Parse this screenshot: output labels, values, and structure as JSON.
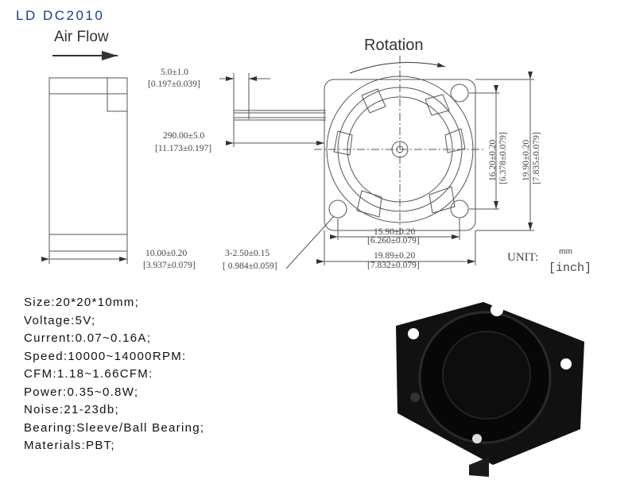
{
  "title": "LD DC2010",
  "drawing": {
    "air_flow_label": "Air Flow",
    "rotation_label": "Rotation",
    "dims": {
      "wire_strip": "5.0±1.0",
      "wire_strip_inch": "[0.197±0.039]",
      "wire_length": "290.00±5.0",
      "wire_length_inch": "[11.173±0.197]",
      "thickness": "10.00±0.20",
      "thickness_inch": "[3.937±0.079]",
      "hole": "3-2.50±0.15",
      "hole_inch": "[ 0.984±0.059]",
      "hole_spacing_h": "15.90±0.20",
      "hole_spacing_h_inch": "[6.260±0.079]",
      "width": "19.89±0.20",
      "width_inch": "[7.832±0.079]",
      "hole_spacing_v": "16.20±0.20",
      "hole_spacing_v_inch": "[6.378±0.079]",
      "height": "19.90±0.20",
      "height_inch": "[7.835±0.079]"
    },
    "unit_label": "UNIT:",
    "unit_mm": "mm",
    "unit_inch": "[inch]"
  },
  "specs": [
    "Size:20*20*10mm;",
    "Voltage:5V;",
    "Current:0.07~0.16A;",
    "Speed:10000~14000RPM:",
    "CFM:1.18~1.66CFM:",
    "Power:0.35~0.8W;",
    "Noise:21-23db;",
    "Bearing:Sleeve/Ball Bearing;",
    "Materials:PBT;"
  ],
  "colors": {
    "title": "#1a3a8a",
    "line": "#555555",
    "fan": "#111111"
  }
}
